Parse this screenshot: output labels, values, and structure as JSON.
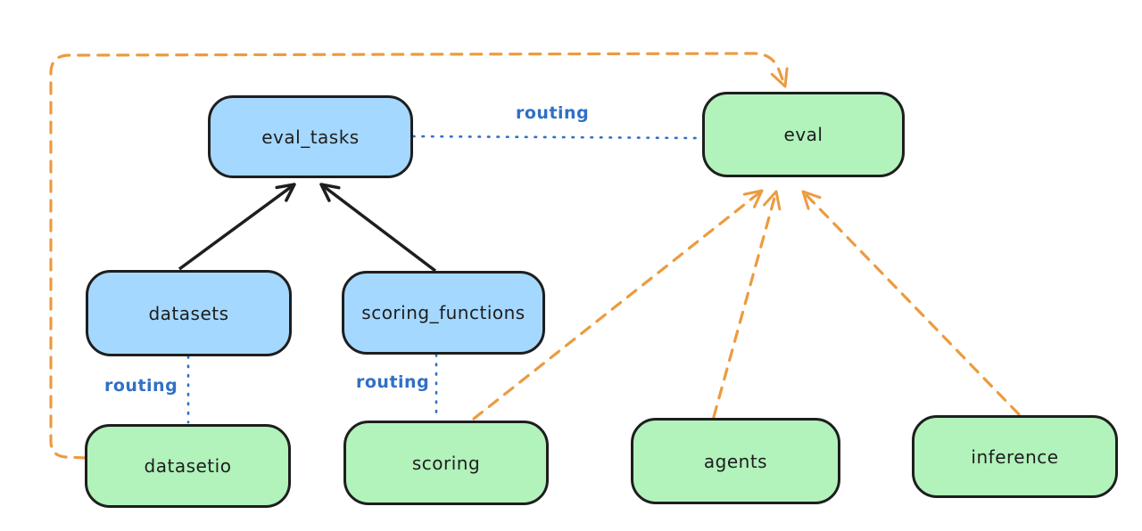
{
  "diagram": {
    "type": "architecture-graph",
    "nodes": [
      {
        "id": "eval_tasks",
        "label": "eval_tasks",
        "fill": "blue"
      },
      {
        "id": "eval",
        "label": "eval",
        "fill": "green"
      },
      {
        "id": "datasets",
        "label": "datasets",
        "fill": "blue"
      },
      {
        "id": "scoring_functions",
        "label": "scoring_functions",
        "fill": "blue"
      },
      {
        "id": "datasetio",
        "label": "datasetio",
        "fill": "green"
      },
      {
        "id": "scoring",
        "label": "scoring",
        "fill": "green"
      },
      {
        "id": "agents",
        "label": "agents",
        "fill": "green"
      },
      {
        "id": "inference",
        "label": "inference",
        "fill": "green"
      }
    ],
    "edges": [
      {
        "from": "datasets",
        "to": "eval_tasks",
        "style": "solid",
        "color": "black",
        "arrow": true,
        "label": ""
      },
      {
        "from": "scoring_functions",
        "to": "eval_tasks",
        "style": "solid",
        "color": "black",
        "arrow": true,
        "label": ""
      },
      {
        "from": "eval_tasks",
        "to": "eval",
        "style": "dotted",
        "color": "blue",
        "arrow": false,
        "label": "routing"
      },
      {
        "from": "datasets",
        "to": "datasetio",
        "style": "dotted",
        "color": "blue",
        "arrow": false,
        "label": "routing"
      },
      {
        "from": "scoring_functions",
        "to": "scoring",
        "style": "dotted",
        "color": "blue",
        "arrow": false,
        "label": "routing"
      },
      {
        "from": "scoring",
        "to": "eval",
        "style": "dashed",
        "color": "orange",
        "arrow": true,
        "label": ""
      },
      {
        "from": "agents",
        "to": "eval",
        "style": "dashed",
        "color": "orange",
        "arrow": true,
        "label": ""
      },
      {
        "from": "inference",
        "to": "eval",
        "style": "dashed",
        "color": "orange",
        "arrow": true,
        "label": ""
      },
      {
        "from": "datasetio",
        "to": "eval",
        "style": "dashed",
        "color": "orange",
        "arrow": true,
        "label": ""
      }
    ]
  },
  "colors": {
    "node_blue_fill": "#a5d8ff",
    "node_green_fill": "#b2f2bb",
    "node_stroke": "#1e1e1e",
    "edge_black": "#1e1e1e",
    "edge_orange": "#ec9b40",
    "edge_blue": "#3070c5",
    "canvas_bg": "#ffffff"
  }
}
